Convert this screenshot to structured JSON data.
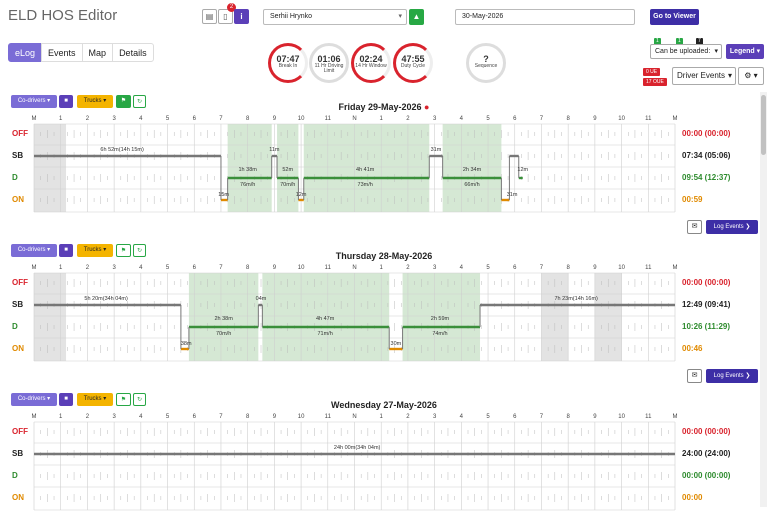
{
  "app": {
    "title": "ELD HOS Editor"
  },
  "header": {
    "notification_count": "2",
    "driver": "Serhii Hrynko",
    "date": "30-May-2026",
    "viewer_label": "Go to Viewer"
  },
  "tabs": [
    "eLog",
    "Events",
    "Map",
    "Details"
  ],
  "gauges": [
    {
      "value": "07:47",
      "label": "Break In",
      "style": "red"
    },
    {
      "value": "01:06",
      "label": "11 Hr Driving Limit",
      "style": "grey"
    },
    {
      "value": "02:24",
      "label": "14 Hr Window",
      "style": "red"
    },
    {
      "value": "47:55",
      "label": "Duty Cycle",
      "style": "red"
    },
    {
      "value": "?",
      "label": "Sequence",
      "style": "grey"
    }
  ],
  "controls": {
    "upload_badges": [
      "1",
      "1",
      "7"
    ],
    "upload_label": "Can be uploaded:",
    "legend_label": "Legend",
    "ue_label": "0 UE",
    "oue_label": "17 OUE",
    "events_label": "Driver Events",
    "codrivers_label": "Co-drivers",
    "trucks_label": "Trucks",
    "log_events_label": "Log Events"
  },
  "hours": [
    "M",
    "1",
    "2",
    "3",
    "4",
    "5",
    "6",
    "7",
    "8",
    "9",
    "10",
    "11",
    "N",
    "1",
    "2",
    "3",
    "4",
    "5",
    "6",
    "7",
    "8",
    "9",
    "10",
    "11",
    "M"
  ],
  "statuses": [
    {
      "code": "OFF",
      "color": "#d9232d"
    },
    {
      "code": "SB",
      "color": "#222222"
    },
    {
      "code": "D",
      "color": "#2e8b2e"
    },
    {
      "code": "ON",
      "color": "#e08a00"
    }
  ],
  "days": [
    {
      "title": "Friday 29-May-2026",
      "red_dot": true,
      "totals": [
        "00:00 (00:00)",
        "07:34 (05:06)",
        "09:54 (12:37)",
        "00:59"
      ],
      "segments": [
        {
          "status": "SB",
          "start": 0,
          "end": 7.0
        },
        {
          "status": "ON",
          "start": 7.0,
          "end": 7.25
        },
        {
          "status": "D",
          "start": 7.25,
          "end": 8.9
        },
        {
          "status": "SB",
          "start": 8.9,
          "end": 9.1
        },
        {
          "status": "D",
          "start": 9.1,
          "end": 9.9
        },
        {
          "status": "ON",
          "start": 9.9,
          "end": 10.1
        },
        {
          "status": "D",
          "start": 10.1,
          "end": 14.8
        },
        {
          "status": "SB",
          "start": 14.8,
          "end": 15.3
        },
        {
          "status": "D",
          "start": 15.3,
          "end": 17.5
        },
        {
          "status": "ON",
          "start": 17.5,
          "end": 17.8
        },
        {
          "status": "SB",
          "start": 17.8,
          "end": 18.15
        },
        {
          "status": "D",
          "start": 18.15,
          "end": 18.3
        }
      ],
      "labels": [
        {
          "text": "6h 52m(14h 15m)",
          "at": 3.3,
          "row": "SB"
        },
        {
          "text": "1h 38m",
          "at": 8.0,
          "row": "D_top"
        },
        {
          "text": "76m/h",
          "at": 8.0,
          "row": "D_bot"
        },
        {
          "text": "11m",
          "at": 9.0,
          "row": "SB"
        },
        {
          "text": "52m",
          "at": 9.5,
          "row": "D_top"
        },
        {
          "text": "70m/h",
          "at": 9.5,
          "row": "D_bot"
        },
        {
          "text": "12m",
          "at": 10.0,
          "row": "ON"
        },
        {
          "text": "4h 41m",
          "at": 12.4,
          "row": "D_top"
        },
        {
          "text": "73m/h",
          "at": 12.4,
          "row": "D_bot"
        },
        {
          "text": "31m",
          "at": 15.05,
          "row": "SB"
        },
        {
          "text": "2h 34m",
          "at": 16.4,
          "row": "D_top"
        },
        {
          "text": "66m/h",
          "at": 16.4,
          "row": "D_bot"
        },
        {
          "text": "31m",
          "at": 17.9,
          "row": "ON"
        },
        {
          "text": "12m",
          "at": 18.3,
          "row": "D_top"
        },
        {
          "text": "15m",
          "at": 7.1,
          "row": "ON"
        }
      ],
      "greens": [
        [
          7.25,
          8.9
        ],
        [
          9.1,
          9.9
        ],
        [
          10.1,
          14.8
        ],
        [
          15.3,
          17.5
        ]
      ],
      "greys": [
        [
          0,
          1.2
        ]
      ]
    },
    {
      "title": "Thursday 28-May-2026",
      "red_dot": false,
      "totals": [
        "00:00 (00:00)",
        "12:49 (09:41)",
        "10:26 (11:29)",
        "00:46"
      ],
      "segments": [
        {
          "status": "SB",
          "start": 0,
          "end": 5.5
        },
        {
          "status": "ON",
          "start": 5.5,
          "end": 5.8
        },
        {
          "status": "D",
          "start": 5.8,
          "end": 8.4
        },
        {
          "status": "SB",
          "start": 8.4,
          "end": 8.55
        },
        {
          "status": "D",
          "start": 8.55,
          "end": 13.3
        },
        {
          "status": "ON",
          "start": 13.3,
          "end": 13.8
        },
        {
          "status": "D",
          "start": 13.8,
          "end": 16.7
        },
        {
          "status": "SB",
          "start": 16.7,
          "end": 24
        }
      ],
      "labels": [
        {
          "text": "5h 20m(34h 04m)",
          "at": 2.7,
          "row": "SB"
        },
        {
          "text": "38m",
          "at": 5.7,
          "row": "ON"
        },
        {
          "text": "2h 38m",
          "at": 7.1,
          "row": "D_top"
        },
        {
          "text": "70m/h",
          "at": 7.1,
          "row": "D_bot"
        },
        {
          "text": "04m",
          "at": 8.5,
          "row": "SB"
        },
        {
          "text": "4h 47m",
          "at": 10.9,
          "row": "D_top"
        },
        {
          "text": "71m/h",
          "at": 10.9,
          "row": "D_bot"
        },
        {
          "text": "30m",
          "at": 13.55,
          "row": "ON"
        },
        {
          "text": "2h 59m",
          "at": 15.2,
          "row": "D_top"
        },
        {
          "text": "74m/h",
          "at": 15.2,
          "row": "D_bot"
        },
        {
          "text": "7h 23m(14h 16m)",
          "at": 20.3,
          "row": "SB"
        }
      ],
      "greens": [
        [
          5.8,
          8.4
        ],
        [
          8.55,
          13.3
        ],
        [
          13.8,
          16.7
        ]
      ],
      "greys": [
        [
          0,
          1.2
        ],
        [
          19.0,
          20.0
        ],
        [
          21.0,
          22.0
        ]
      ]
    },
    {
      "title": "Wednesday 27-May-2026",
      "red_dot": false,
      "totals": [
        "00:00 (00:00)",
        "24:00 (24:00)",
        "00:00 (00:00)",
        "00:00"
      ],
      "segments": [
        {
          "status": "SB",
          "start": 0,
          "end": 24
        }
      ],
      "labels": [
        {
          "text": "24h 00m(34h 04m)",
          "at": 12.1,
          "row": "SB"
        }
      ],
      "greens": [],
      "greys": []
    }
  ]
}
